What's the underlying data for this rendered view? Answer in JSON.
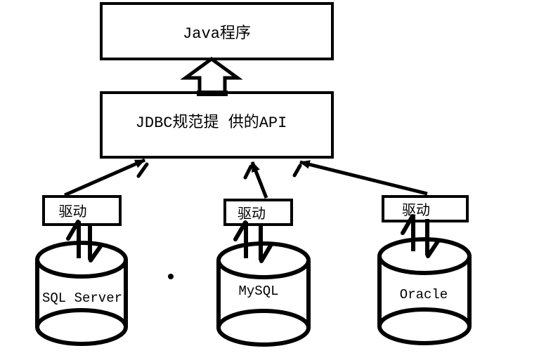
{
  "colors": {
    "ink": "#000000",
    "paper": "#ffffff"
  },
  "java_box": {
    "label": "Java程序"
  },
  "api_box": {
    "label": "JDBC规范提 供的API"
  },
  "drivers": [
    {
      "label": "驱动",
      "database": "SQL Server"
    },
    {
      "label": "驱动",
      "database": "MySQL"
    },
    {
      "label": "驱动",
      "database": "Oracle"
    }
  ]
}
